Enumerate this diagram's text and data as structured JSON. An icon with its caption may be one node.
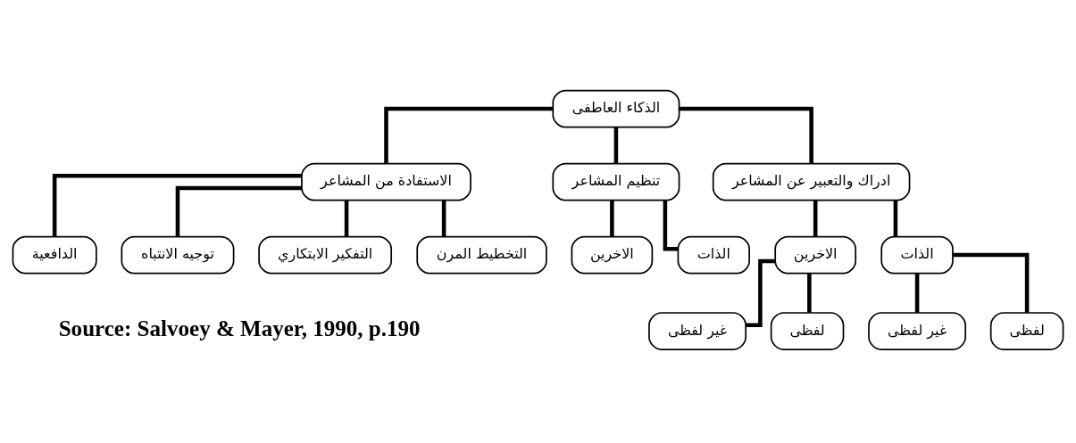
{
  "diagram": {
    "nodes": [
      {
        "text": [
          "الذكاء العاطفى"
        ]
      },
      {
        "text": [
          "ادراك والتعبير عن المشاعر"
        ]
      },
      {
        "text": [
          "تنظيم المشاعر"
        ]
      },
      {
        "text": [
          "الاستفادة من المشاعر"
        ]
      },
      {
        "text": [
          "الذات"
        ]
      },
      {
        "text": [
          "الاخرين"
        ]
      },
      {
        "text": [
          "الذات"
        ]
      },
      {
        "text": [
          "الاخرين"
        ]
      },
      {
        "text": [
          "التخطيط المرن"
        ]
      },
      {
        "text": [
          "التفكير الابتكاري"
        ]
      },
      {
        "text": [
          "توجيه الانتباه"
        ]
      },
      {
        "text": [
          "الدافعية"
        ]
      },
      {
        "text": [
          "لفظى"
        ]
      },
      {
        "text": [
          "غير لفظى"
        ]
      },
      {
        "text": [
          "لفظى"
        ]
      },
      {
        "text": [
          "غير لفظى"
        ]
      }
    ],
    "edges": [
      {
        "from": 0,
        "to": 1,
        "arrow": "none"
      },
      {
        "from": 0,
        "to": 2,
        "arrow": "none"
      },
      {
        "from": 0,
        "to": 3,
        "arrow": "none"
      },
      {
        "from": 1,
        "to": 4,
        "arrow": "none"
      },
      {
        "from": 1,
        "to": 5,
        "arrow": "none"
      },
      {
        "from": 2,
        "to": 6,
        "arrow": "none"
      },
      {
        "from": 2,
        "to": 7,
        "arrow": "none"
      },
      {
        "from": 3,
        "to": 8,
        "arrow": "none"
      },
      {
        "from": 3,
        "to": 9,
        "arrow": "none"
      },
      {
        "from": 3,
        "to": 10,
        "arrow": "none"
      },
      {
        "from": 3,
        "to": 11,
        "arrow": "none"
      },
      {
        "from": 4,
        "to": 12,
        "arrow": "none"
      },
      {
        "from": 4,
        "to": 13,
        "arrow": "none"
      },
      {
        "from": 5,
        "to": 14,
        "arrow": "none"
      },
      {
        "from": 5,
        "to": 15,
        "arrow": "none"
      }
    ],
    "labels": [
      "Source: Salvoey & Mayer, 1990, p.190"
    ]
  }
}
